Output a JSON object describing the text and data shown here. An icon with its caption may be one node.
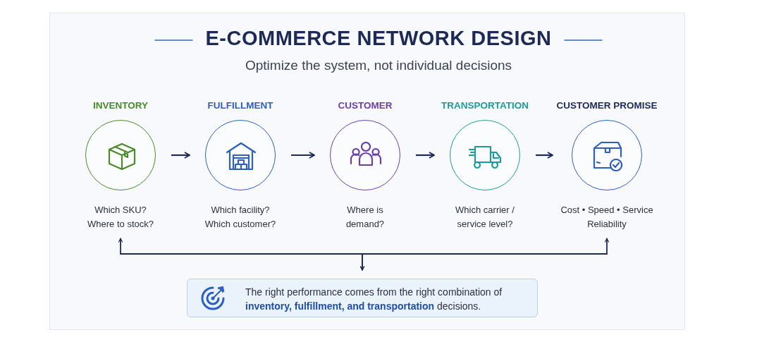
{
  "diagram": {
    "title": "E-COMMERCE NETWORK DESIGN",
    "caption": "Optimize the system, not individual decisions",
    "nodes": [
      {
        "text": [
          "INVENTORY"
        ],
        "beside": [
          "Which SKU? Where to stock?"
        ]
      },
      {
        "text": [
          "FULFILLMENT"
        ],
        "beside": [
          "Which facility? Which customer?"
        ]
      },
      {
        "text": [
          "CUSTOMER"
        ],
        "beside": [
          "Where is demand?"
        ]
      },
      {
        "text": [
          "TRANSPORTATION"
        ],
        "beside": [
          "Which carrier / service level?"
        ]
      },
      {
        "text": [
          "CUSTOMER PROMISE"
        ],
        "beside": [
          "Cost • Speed • Service Reliability"
        ]
      },
      {
        "text": [
          "The right performance comes from the right combination of **inventory, fulfillment, and transportation** decisions."
        ]
      }
    ],
    "edges": [
      {
        "from": 0,
        "to": 1,
        "arrow": "to"
      },
      {
        "from": 1,
        "to": 2,
        "arrow": "to"
      },
      {
        "from": 2,
        "to": 3,
        "arrow": "to"
      },
      {
        "from": 3,
        "to": 4,
        "arrow": "to"
      },
      {
        "from": 0,
        "to": 5,
        "arrow": "both"
      },
      {
        "from": 4,
        "to": 5,
        "arrow": "both"
      }
    ]
  }
}
